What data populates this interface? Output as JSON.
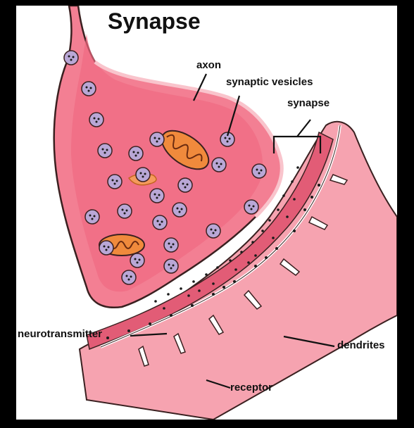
{
  "title": "Synapse",
  "labels": {
    "axon": "axon",
    "synaptic_vesicles": "synaptic vesicles",
    "synapse": "synapse",
    "neurotransmitter": "neurotransmitter",
    "dendrites": "dendrites",
    "receptor": "receptor"
  },
  "colors": {
    "background": "#ffffff",
    "frame": "#000000",
    "axon_fill": "#f37f93",
    "axon_inner": "#f06a82",
    "membrane_light": "#f9c4cc",
    "dendrite_fill": "#f6a3b0",
    "dendrite_band": "#e25c76",
    "vesicle": "#b9a7d6",
    "mitochondria": "#f08a3c",
    "outline": "#3a2020"
  }
}
